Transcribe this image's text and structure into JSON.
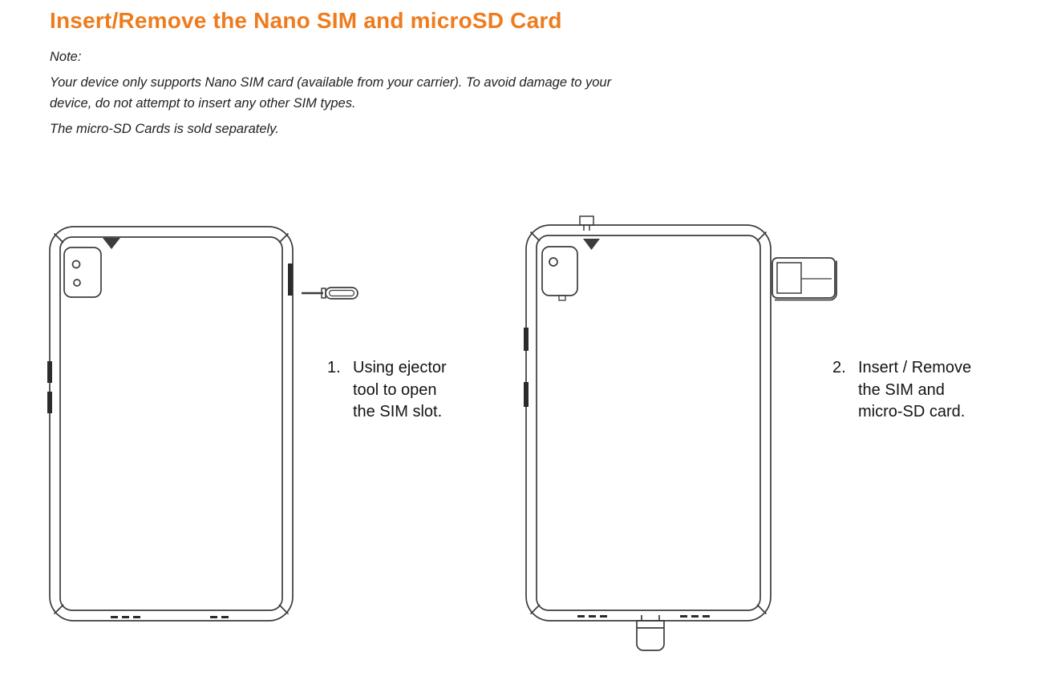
{
  "page": {
    "title": "Insert/Remove the Nano SIM and microSD Card"
  },
  "colors": {
    "accent_orange": "#EE7C1F",
    "line_stroke": "#3C3C3C",
    "body_text": "#141414"
  },
  "notes": {
    "label": "Note:",
    "paragraph1_line1": "Your device only supports Nano SIM card (available from your carrier). To avoid damage to your",
    "paragraph1_line2": "device, do not attempt to insert any other SIM types.",
    "paragraph2": "The micro-SD Cards is sold separately."
  },
  "steps": [
    {
      "number": "1.",
      "lines": [
        "Using ejector",
        "tool to open",
        "the SIM slot."
      ]
    },
    {
      "number": "2.",
      "lines": [
        "Insert / Remove",
        "the SIM and",
        "micro-SD card."
      ]
    }
  ],
  "icons": {
    "left_diagram": "tablet-back-with-ejector-tool",
    "right_diagram": "tablet-back-with-sim-tray-and-usb-plug"
  }
}
